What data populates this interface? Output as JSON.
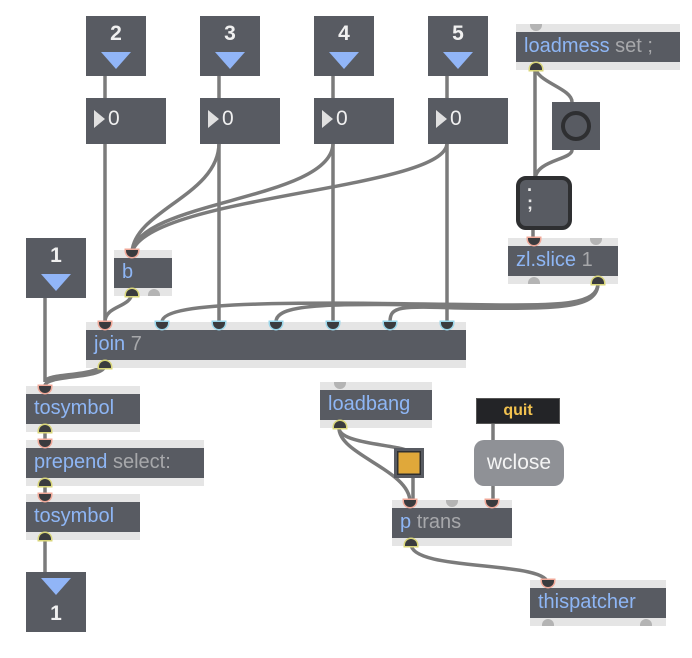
{
  "patcher": {
    "message_numbers_top": [
      {
        "id": "m2",
        "label": "2"
      },
      {
        "id": "m3",
        "label": "3"
      },
      {
        "id": "m4",
        "label": "4"
      },
      {
        "id": "m5",
        "label": "5"
      }
    ],
    "number_boxes": [
      {
        "id": "n2",
        "value": "0"
      },
      {
        "id": "n3",
        "value": "0"
      },
      {
        "id": "n4",
        "value": "0"
      },
      {
        "id": "n5",
        "value": "0"
      }
    ],
    "loadmess": {
      "name": "loadmess",
      "args": "set ;"
    },
    "bang_icon": "bang-circle-icon",
    "semicolon_message": {
      "text": ";"
    },
    "zl_slice": {
      "name": "zl.slice",
      "args": "1"
    },
    "b_object": {
      "name": "b",
      "args": ""
    },
    "message_one_top": {
      "label": "1"
    },
    "join": {
      "name": "join",
      "args": "7"
    },
    "tosymbol_1": {
      "name": "tosymbol"
    },
    "prepend": {
      "name": "prepend",
      "args": "select:"
    },
    "tosymbol_2": {
      "name": "tosymbol"
    },
    "message_one_bottom": {
      "label": "1"
    },
    "loadbang": {
      "name": "loadbang"
    },
    "quit_message": {
      "text": "quit"
    },
    "wclose_button": {
      "text": "wclose"
    },
    "toggle": {
      "state": "on",
      "color": "#e0a83a"
    },
    "p_trans": {
      "name": "p",
      "args": "trans"
    },
    "thispatcher": {
      "name": "thispatcher"
    },
    "colors": {
      "object_body": "#585b62",
      "object_text": "#8eb6f5",
      "arg_text": "#a7a8ab",
      "cable": "#7a7a7a",
      "quit_text": "#f2c24f"
    }
  }
}
